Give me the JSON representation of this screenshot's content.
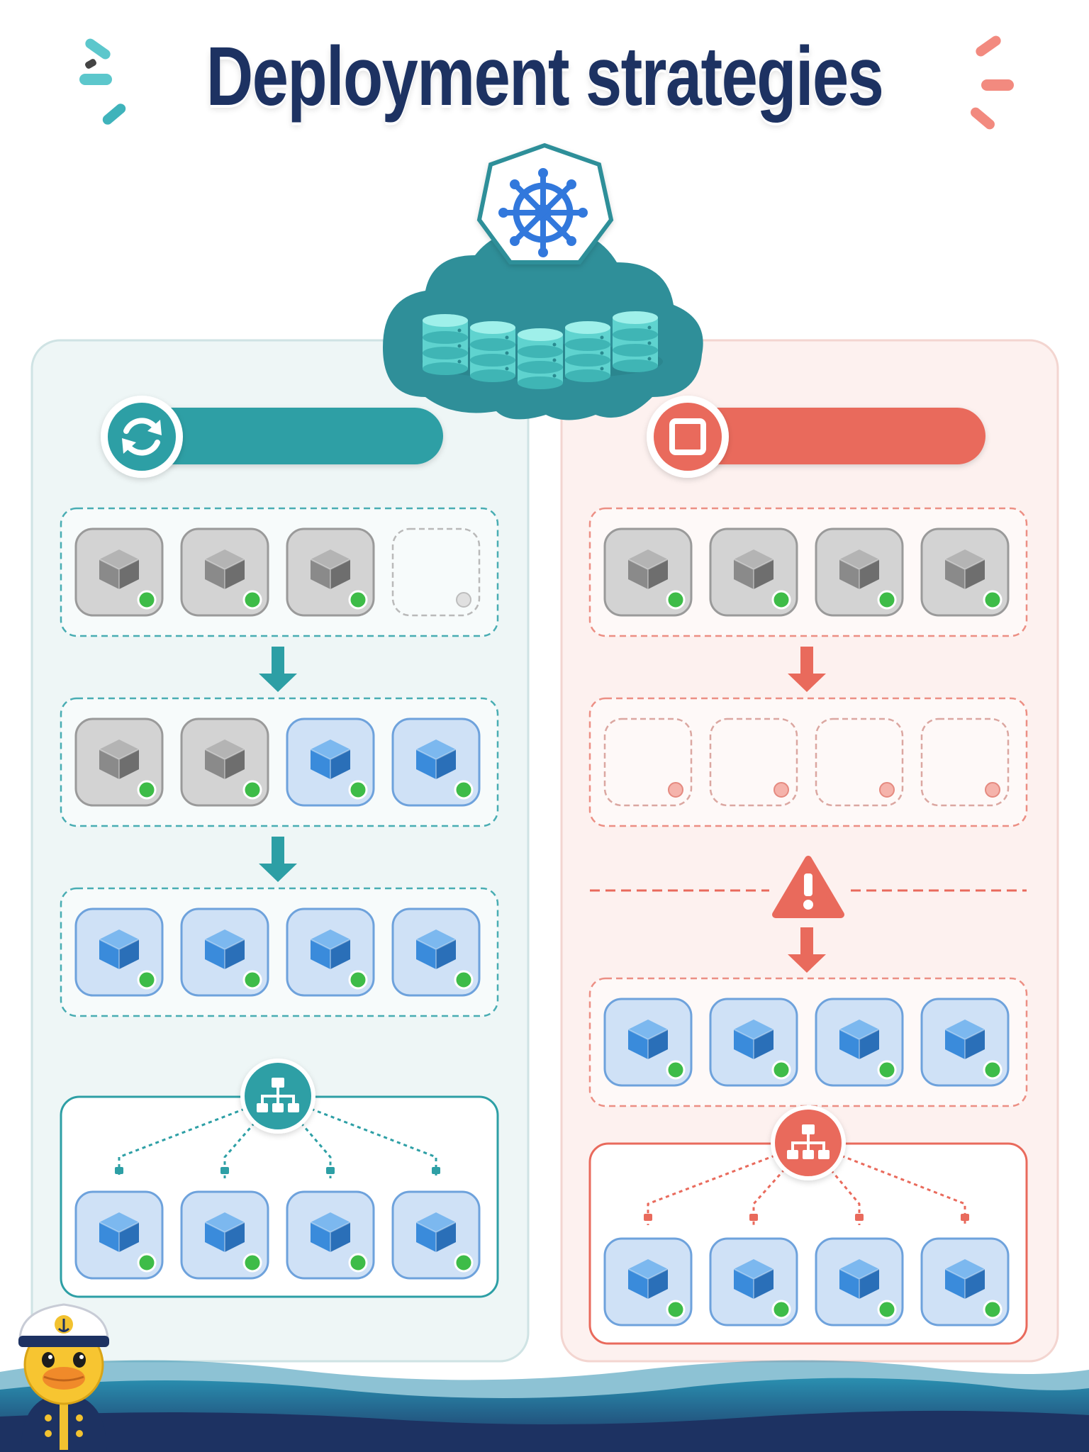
{
  "title": "Deployment strategies",
  "colors": {
    "teal": "#2d9fa5",
    "coral": "#e96a5c",
    "navy": "#1d3262",
    "kube_blue": "#3278dc",
    "pod_blue": "#3a8bdb",
    "pod_gray": "#8a8a8a",
    "status_green": "#3ebc48"
  },
  "cluster": {
    "icon": "kubernetes-helm-icon",
    "storage_icon": "database-stack-icon",
    "cylinder_count": 5
  },
  "strategies": [
    {
      "id": "rolling-update",
      "side": "left",
      "theme": "teal",
      "icon": "refresh-icon",
      "label": "",
      "stages": [
        [
          "old",
          "old",
          "old",
          "empty"
        ],
        [
          "old",
          "old",
          "new",
          "new"
        ],
        [
          "new",
          "new",
          "new",
          "new"
        ]
      ],
      "load_balancer": {
        "icon": "network-hierarchy-icon",
        "pods": [
          "new",
          "new",
          "new",
          "new"
        ]
      }
    },
    {
      "id": "recreate",
      "side": "right",
      "theme": "coral",
      "icon": "stop-icon",
      "label": "",
      "stages": [
        [
          "old",
          "old",
          "old",
          "old"
        ],
        [
          "empty",
          "empty",
          "empty",
          "empty"
        ],
        [
          "new",
          "new",
          "new",
          "new"
        ]
      ],
      "downtime_icon": "warning-icon",
      "load_balancer": {
        "icon": "network-hierarchy-icon",
        "pods": [
          "new",
          "new",
          "new",
          "new"
        ]
      }
    }
  ],
  "mascot": "duck-captain-icon"
}
